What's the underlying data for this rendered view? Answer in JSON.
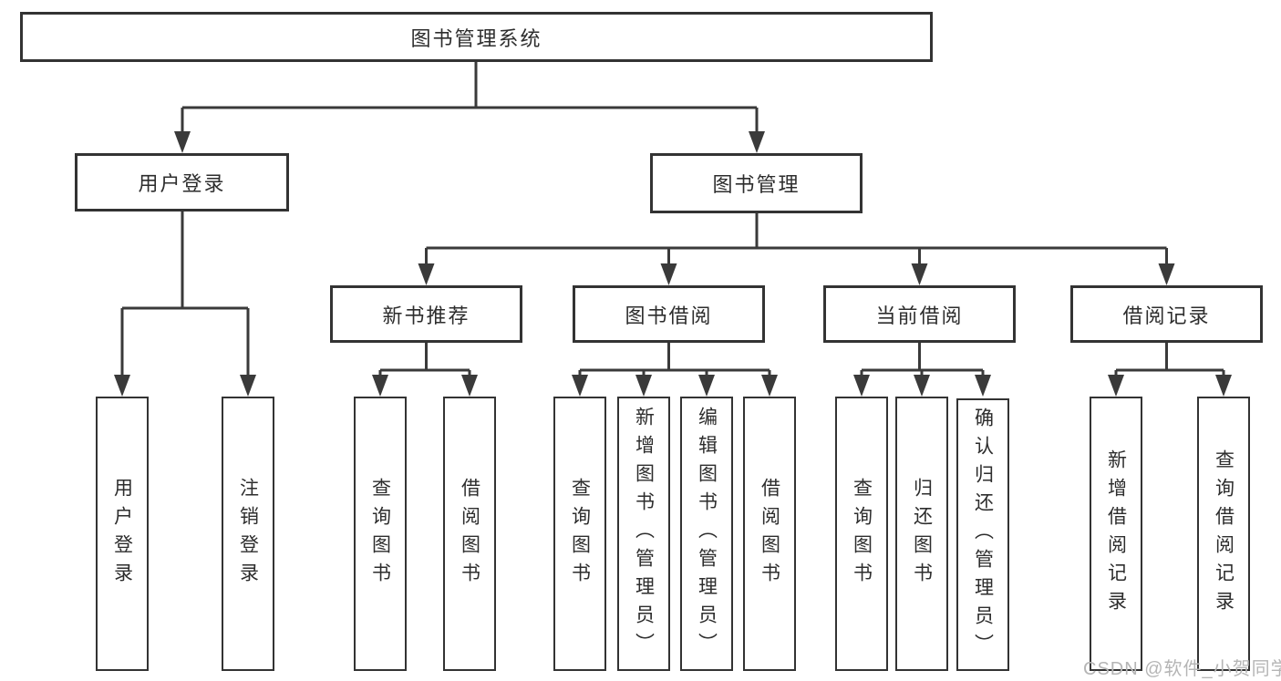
{
  "diagram": {
    "root": "图书管理系统",
    "login": {
      "label": "用户登录",
      "children": [
        "用户登录",
        "注销登录"
      ]
    },
    "mgmt": {
      "label": "图书管理",
      "children": [
        {
          "label": "新书推荐",
          "children": [
            "查询图书",
            "借阅图书"
          ]
        },
        {
          "label": "图书借阅",
          "children": [
            "查询图书",
            "新增图书（管理员）",
            "编辑图书（管理员）",
            "借阅图书"
          ]
        },
        {
          "label": "当前借阅",
          "children": [
            "查询图书",
            "归还图书",
            "确认归还（管理员）"
          ]
        },
        {
          "label": "借阅记录",
          "children": [
            "新增借阅记录",
            "查询借阅记录"
          ]
        }
      ]
    }
  },
  "watermark": "CSDN @软件_小贺同学",
  "colors": {
    "line": "#3a3a3a",
    "box_border": "#333333",
    "text": "#2d2d2d",
    "watermark": "#b5b5b5",
    "background": "#ffffff"
  }
}
